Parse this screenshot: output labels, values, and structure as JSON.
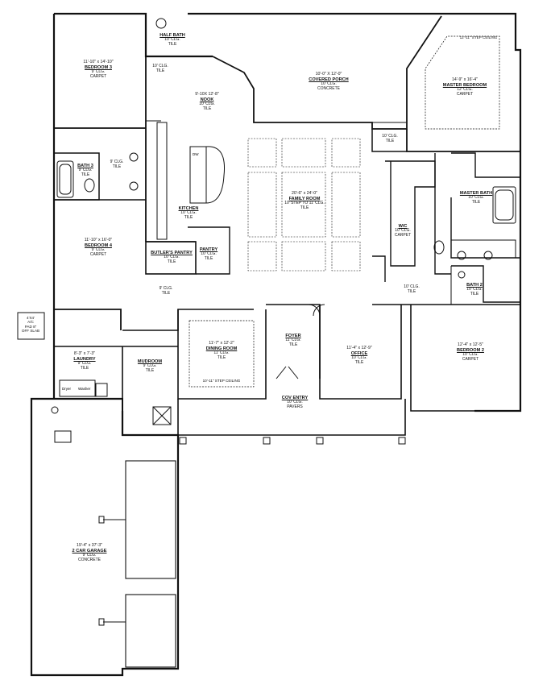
{
  "rooms": {
    "bedroom3": {
      "dim": "11'-10\" x 14'-10\"",
      "name": "BEDROOM 3",
      "l1": "9' CLG.",
      "l2": "CARPET"
    },
    "half_bath": {
      "name": "HALF BATH",
      "l1": "10' CLG.",
      "l2": "TILE"
    },
    "hall_top": {
      "l1": "10' CLG.",
      "l2": "TILE"
    },
    "nook": {
      "dim": "9'-10X 12'-8\"",
      "name": "NOOK",
      "l1": "10' CLG.",
      "l2": "TILE"
    },
    "covered_porch": {
      "dim": "10'-0\" X 12'-0\"",
      "name": "COVERED PORCH",
      "l1": "10' CLG.",
      "l2": "CONCRETE"
    },
    "master_bedroom": {
      "ceiling": "12'-11\" STEP CEILING",
      "dim": "14'-9\" x 16'-4\"",
      "name": "MASTER BEDROOM",
      "l1": "12' CLG.",
      "l2": "CARPET"
    },
    "bath3": {
      "name": "BATH 3",
      "l1": "9' CLG.",
      "l2": "TILE"
    },
    "bath3_hall": {
      "l1": "9' CLG.",
      "l2": "TILE"
    },
    "master_hall": {
      "l1": "10' CLG.",
      "l2": "TILE"
    },
    "family_room": {
      "dim": "20'-6\" x 24'-0\"",
      "name": "FAMILY ROOM",
      "l1": "10' STEP TO 11' CLG.",
      "l2": "TILE"
    },
    "master_bath": {
      "name": "MASTER BATH",
      "l1": "10' CLG.",
      "l2": "TILE"
    },
    "kitchen": {
      "name": "KITCHEN",
      "l1": "10' CLG.",
      "l2": "TILE"
    },
    "wic": {
      "name": "W/C",
      "l1": "10' CLG.",
      "l2": "CARPET"
    },
    "bedroom4": {
      "dim": "11'-10\" x 16'-0\"",
      "name": "BEDROOM 4",
      "l1": "9' CLG.",
      "l2": "CARPET"
    },
    "pantry": {
      "name": "PANTRY",
      "l1": "10' CLG.",
      "l2": "TILE"
    },
    "butlers_pantry": {
      "name": "BUTLER'S PANTRY",
      "l1": "10' CLG.",
      "l2": "TILE"
    },
    "bath2": {
      "name": "BATH 2",
      "l1": "10' CLG.",
      "l2": "TILE"
    },
    "mid_hall": {
      "l1": "9' CLG.",
      "l2": "TILE"
    },
    "right_hall": {
      "l1": "10' CLG.",
      "l2": "TILE"
    },
    "dining_room": {
      "dim": "11'-7\" x 12'-2\"",
      "name": "DINING ROOM",
      "l1": "11' CLG.",
      "l2": "TILE",
      "ceiling": "10'-11\" STEP CEILING"
    },
    "foyer": {
      "name": "FOYER",
      "l1": "11' CLG.",
      "l2": "TILE"
    },
    "office": {
      "dim": "11'-4\" x 12'-9\"",
      "name": "OFFICE",
      "l1": "10' CLG.",
      "l2": "TILE"
    },
    "bedroom2": {
      "dim": "12'-4\" x 12'-5\"",
      "name": "BEDROOM 2",
      "l1": "10' CLG.",
      "l2": "CARPET"
    },
    "laundry": {
      "dim": "8'-3\" x 7'-3\"",
      "name": "LAUNDRY",
      "l1": "9' CLG.",
      "l2": "TILE"
    },
    "mudroom": {
      "name": "MUDROOM",
      "l1": "9' CLG.",
      "l2": "TILE"
    },
    "cov_entry": {
      "name": "COV ENTRY",
      "l1": "10' CLG.",
      "l2": "PAVERS"
    },
    "garage": {
      "dim": "19'-4\" x 37'-3\"",
      "name": "2 CAR GARAGE",
      "l1": "9' CLG.",
      "l2": "CONCRETE"
    }
  },
  "fixtures": {
    "dw": "DW",
    "dryer": "Dryer",
    "washer": "Washer",
    "ac_pad": [
      "4'X4'",
      "A/C",
      "PAD 8\"",
      "OFF SLAB"
    ]
  }
}
